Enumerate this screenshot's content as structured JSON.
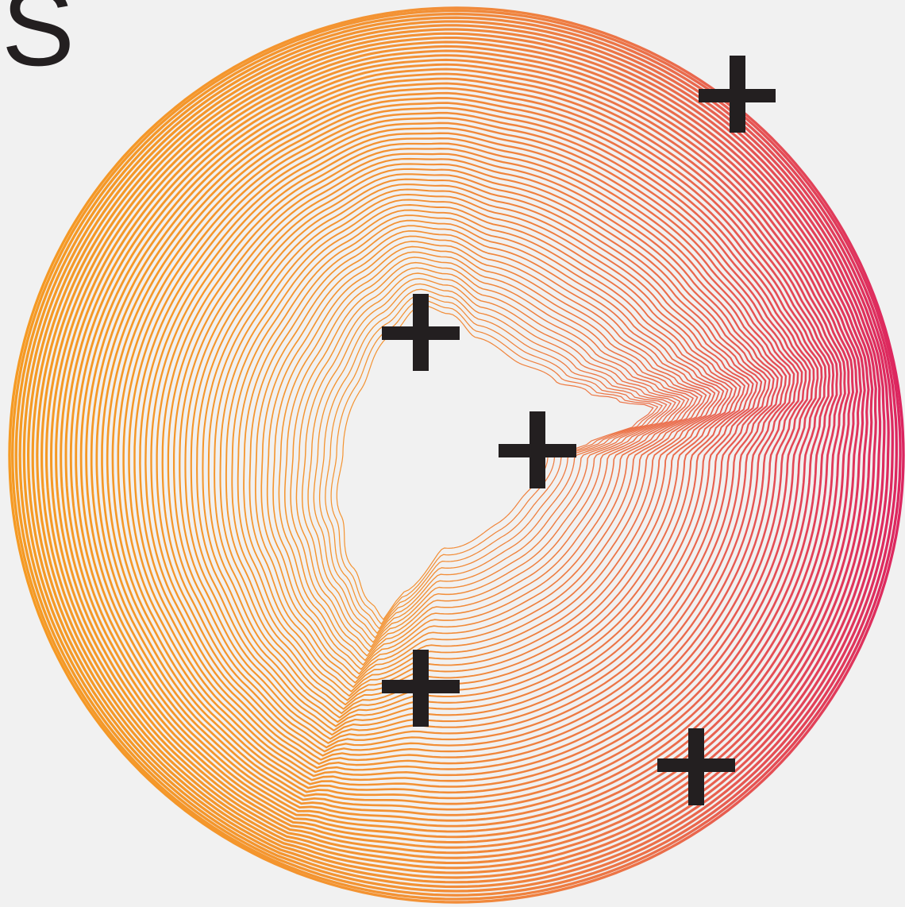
{
  "page": {
    "background_color": "#f1f1f1"
  },
  "corner_letter": {
    "text": "S",
    "color": "#231f20"
  },
  "contour_ring": {
    "gradient": {
      "left_color": "#f59a23",
      "right_color": "#dc2460"
    },
    "line_count": 62
  },
  "markers": {
    "icon": "plus-icon",
    "color": "#231f20",
    "count": 5
  }
}
